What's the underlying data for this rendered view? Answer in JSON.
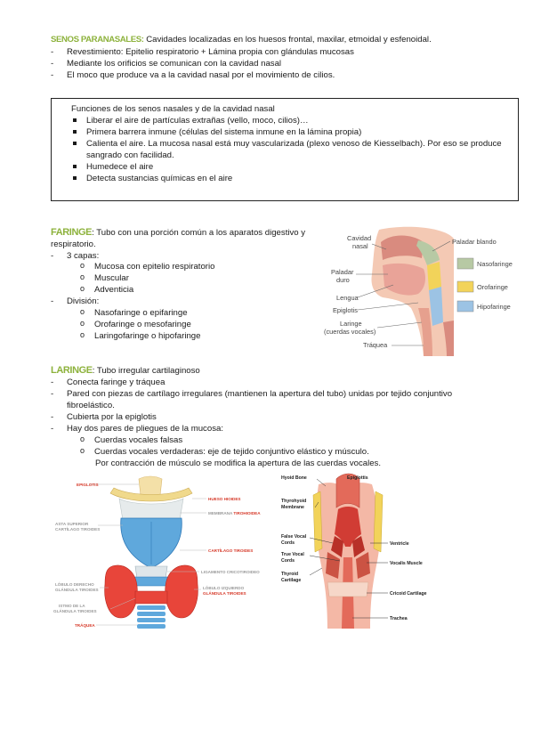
{
  "senos": {
    "heading": "SENOS PARANASALES:",
    "intro": " Cavidades localizadas en los huesos frontal, maxilar, etmoidal y esfenoidal.",
    "items": [
      "Revestimiento: Epitelio respiratorio + Lámina propia con glándulas mucosas",
      "Mediante los orificios se comunican con la cavidad nasal",
      "El moco que produce va a la cavidad nasal por el movimiento de cilios."
    ]
  },
  "funciones": {
    "title": "Funciones de los senos nasales y de la cavidad nasal",
    "items": [
      "Liberar el aire de partículas extrañas (vello, moco, cilios)…",
      "Primera barrera inmune (células del sistema inmune en la lámina propia)",
      "Calienta el aire. La mucosa nasal está muy vascularizada (plexo venoso de Kiesselbach). Por eso se produce",
      "Humedece el aire",
      "Detecta sustancias químicas en el aire"
    ],
    "item3_cont": "sangrado con facilidad."
  },
  "faringe": {
    "heading": "FARINGE",
    "intro_1": ": Tubo con una porción común a los aparatos digestivo y",
    "intro_2": "respiratorio.",
    "capas_label": "3 capas:",
    "capas": [
      "Mucosa con epitelio respiratorio",
      "Muscular",
      "Adventicia"
    ],
    "division_label": "División:",
    "division": [
      "Nasofaringe o epifaringe",
      "Orofaringe o mesofaringe",
      "Laringofaringe o hipofaringe"
    ]
  },
  "faringe_fig": {
    "labels": {
      "cavidad_1": "Cavidad",
      "cavidad_2": "nasal",
      "paladar_blando": "Paladar blando",
      "paladar_duro_1": "Paladar",
      "paladar_duro_2": "duro",
      "lengua": "Lengua",
      "epiglotis": "Epiglotis",
      "laringe_1": "Laringe",
      "laringe_2": "(cuerdas vocales)",
      "traquea": "Tráquea"
    },
    "legend": [
      "Nasofaringe",
      "Orofaringe",
      "Hipofaringe"
    ],
    "legend_colors": [
      "#b7c9a4",
      "#f2d35a",
      "#9cc3e4"
    ]
  },
  "laringe": {
    "heading": "LARINGE",
    "intro": ": Tubo irregular cartilaginoso",
    "items": [
      "Conecta faringe y tráquea",
      "Pared con piezas de cartílago irregulares (mantienen la apertura del tubo) unidas por tejido conjuntivo",
      "Cubierta por la epiglotis",
      "Hay dos pares de pliegues de la mucosa:"
    ],
    "item2_cont": "fibroelástico.",
    "pliegues": [
      "Cuerdas vocales falsas",
      "Cuerdas vocales verdaderas: eje de tejido conjuntivo elástico y músculo."
    ],
    "pliegues_cont": "Por contracción de músculo se modifica la apertura de las cuerdas vocales."
  },
  "laringe_front": {
    "labels": {
      "epiglotis": "EPIGLOTIS",
      "hueso_hioides": "HUESO HIOIDES",
      "membrana_a": "MEMBRANA ",
      "membrana_b": "TIROHIOIDEA",
      "asta_1": "ASTA SUPERIOR",
      "asta_2": "CARTÍLAGO TIROIDES",
      "cartilago_tiroides": "CARTÍLAGO TIROIDES",
      "ligamento": "LIGAMENTO CRICOTIROIDEO",
      "lobulo_der_1": "LÓBULO DERECHO",
      "lobulo_der_2": "GLÁNDULA TIROIDES",
      "lobulo_izq_1": "LÓBULO IZQUIERDO",
      "lobulo_izq_2": "GLÁNDULA TIROIDES",
      "istmo_1": "ISTMO DE LA",
      "istmo_2": "GLÁNDULA TIROIDES",
      "traquea": "TRÁQUEA"
    }
  },
  "laringe_section": {
    "labels": {
      "hyoid": "Hyoid Bone",
      "epiglottis": "Epiglottis",
      "thyrohyoid_1": "Thyrohyoid",
      "thyrohyoid_2": "Membrane",
      "false_1": "False Vocal",
      "false_2": "Cords",
      "true_1": "True Vocal",
      "true_2": "Cords",
      "thyroid_1": "Thyroid",
      "thyroid_2": "Cartilage",
      "ventricle": "Ventricle",
      "vocalis": "Vocalis Muscle",
      "cricoid": "Cricoid Cartilage",
      "trachea": "Trachea"
    }
  },
  "colors": {
    "heading": "#8db23c",
    "label_red": "#d63a2a",
    "label_gray": "#9a9a9a"
  }
}
